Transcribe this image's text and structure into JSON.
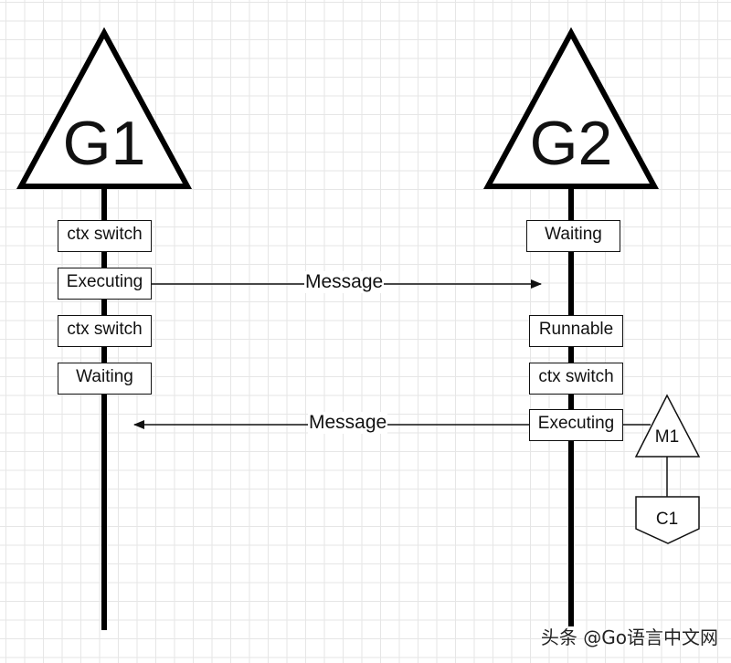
{
  "goroutines": {
    "g1": {
      "label": "G1",
      "states": [
        "ctx switch",
        "Executing",
        "ctx switch",
        "Waiting"
      ]
    },
    "g2": {
      "label": "G2",
      "states": [
        "Waiting",
        "Runnable",
        "ctx switch",
        "Executing"
      ]
    }
  },
  "messages": [
    {
      "label": "Message",
      "from": "g1",
      "to": "g2"
    },
    {
      "label": "Message",
      "from": "g2",
      "to": "g1"
    }
  ],
  "machine": {
    "label": "M1"
  },
  "channel": {
    "label": "C1"
  },
  "watermark": {
    "text": "头条 @Go语言中文网"
  }
}
